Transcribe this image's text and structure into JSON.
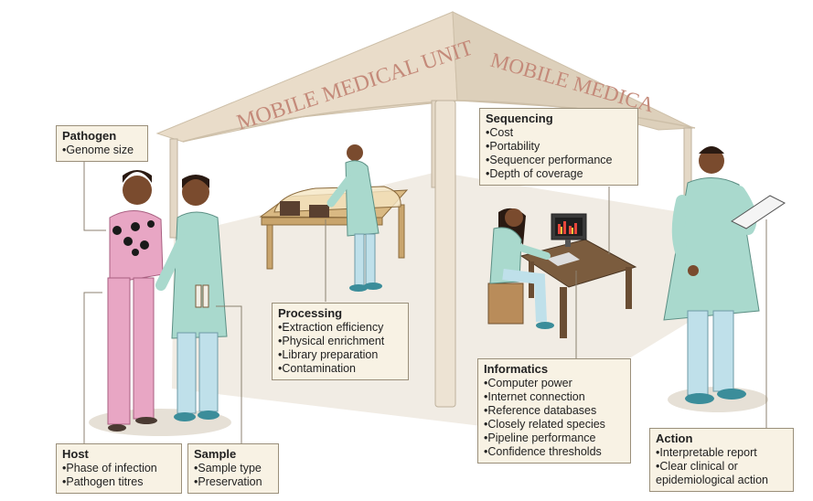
{
  "tent": {
    "front_sign": "MOBILE MEDICAL UNIT",
    "side_sign": "MOBILE MEDICA"
  },
  "boxes": {
    "pathogen": {
      "title": "Pathogen",
      "items": [
        "Genome size"
      ]
    },
    "sequencing": {
      "title": "Sequencing",
      "items": [
        "Cost",
        "Portability",
        "Sequencer performance",
        "Depth of coverage"
      ]
    },
    "processing": {
      "title": "Processing",
      "items": [
        "Extraction efficiency",
        "Physical enrichment",
        "Library preparation",
        "Contamination"
      ]
    },
    "informatics": {
      "title": "Informatics",
      "items": [
        "Computer power",
        "Internet connection",
        "Reference databases",
        "Closely related species",
        "Pipeline performance",
        "Confidence thresholds"
      ]
    },
    "host": {
      "title": "Host",
      "items": [
        "Phase of infection",
        "Pathogen titres"
      ]
    },
    "sample": {
      "title": "Sample",
      "items": [
        "Sample type",
        "Preservation"
      ]
    },
    "action": {
      "title": "Action",
      "items": [
        "Interpretable report",
        "Clear clinical or epidemiological action"
      ]
    }
  },
  "colors": {
    "canvas": "#f1ece4",
    "skin": "#7a4b2e",
    "patient": "#e8a6c4",
    "coat": "#a9d9cd",
    "scrubs": "#bfe0ea",
    "table": "#d9b983",
    "tent_roof": "#e9dcc9",
    "tent_text": "#c48a7a",
    "box": "#f8f2e4"
  }
}
